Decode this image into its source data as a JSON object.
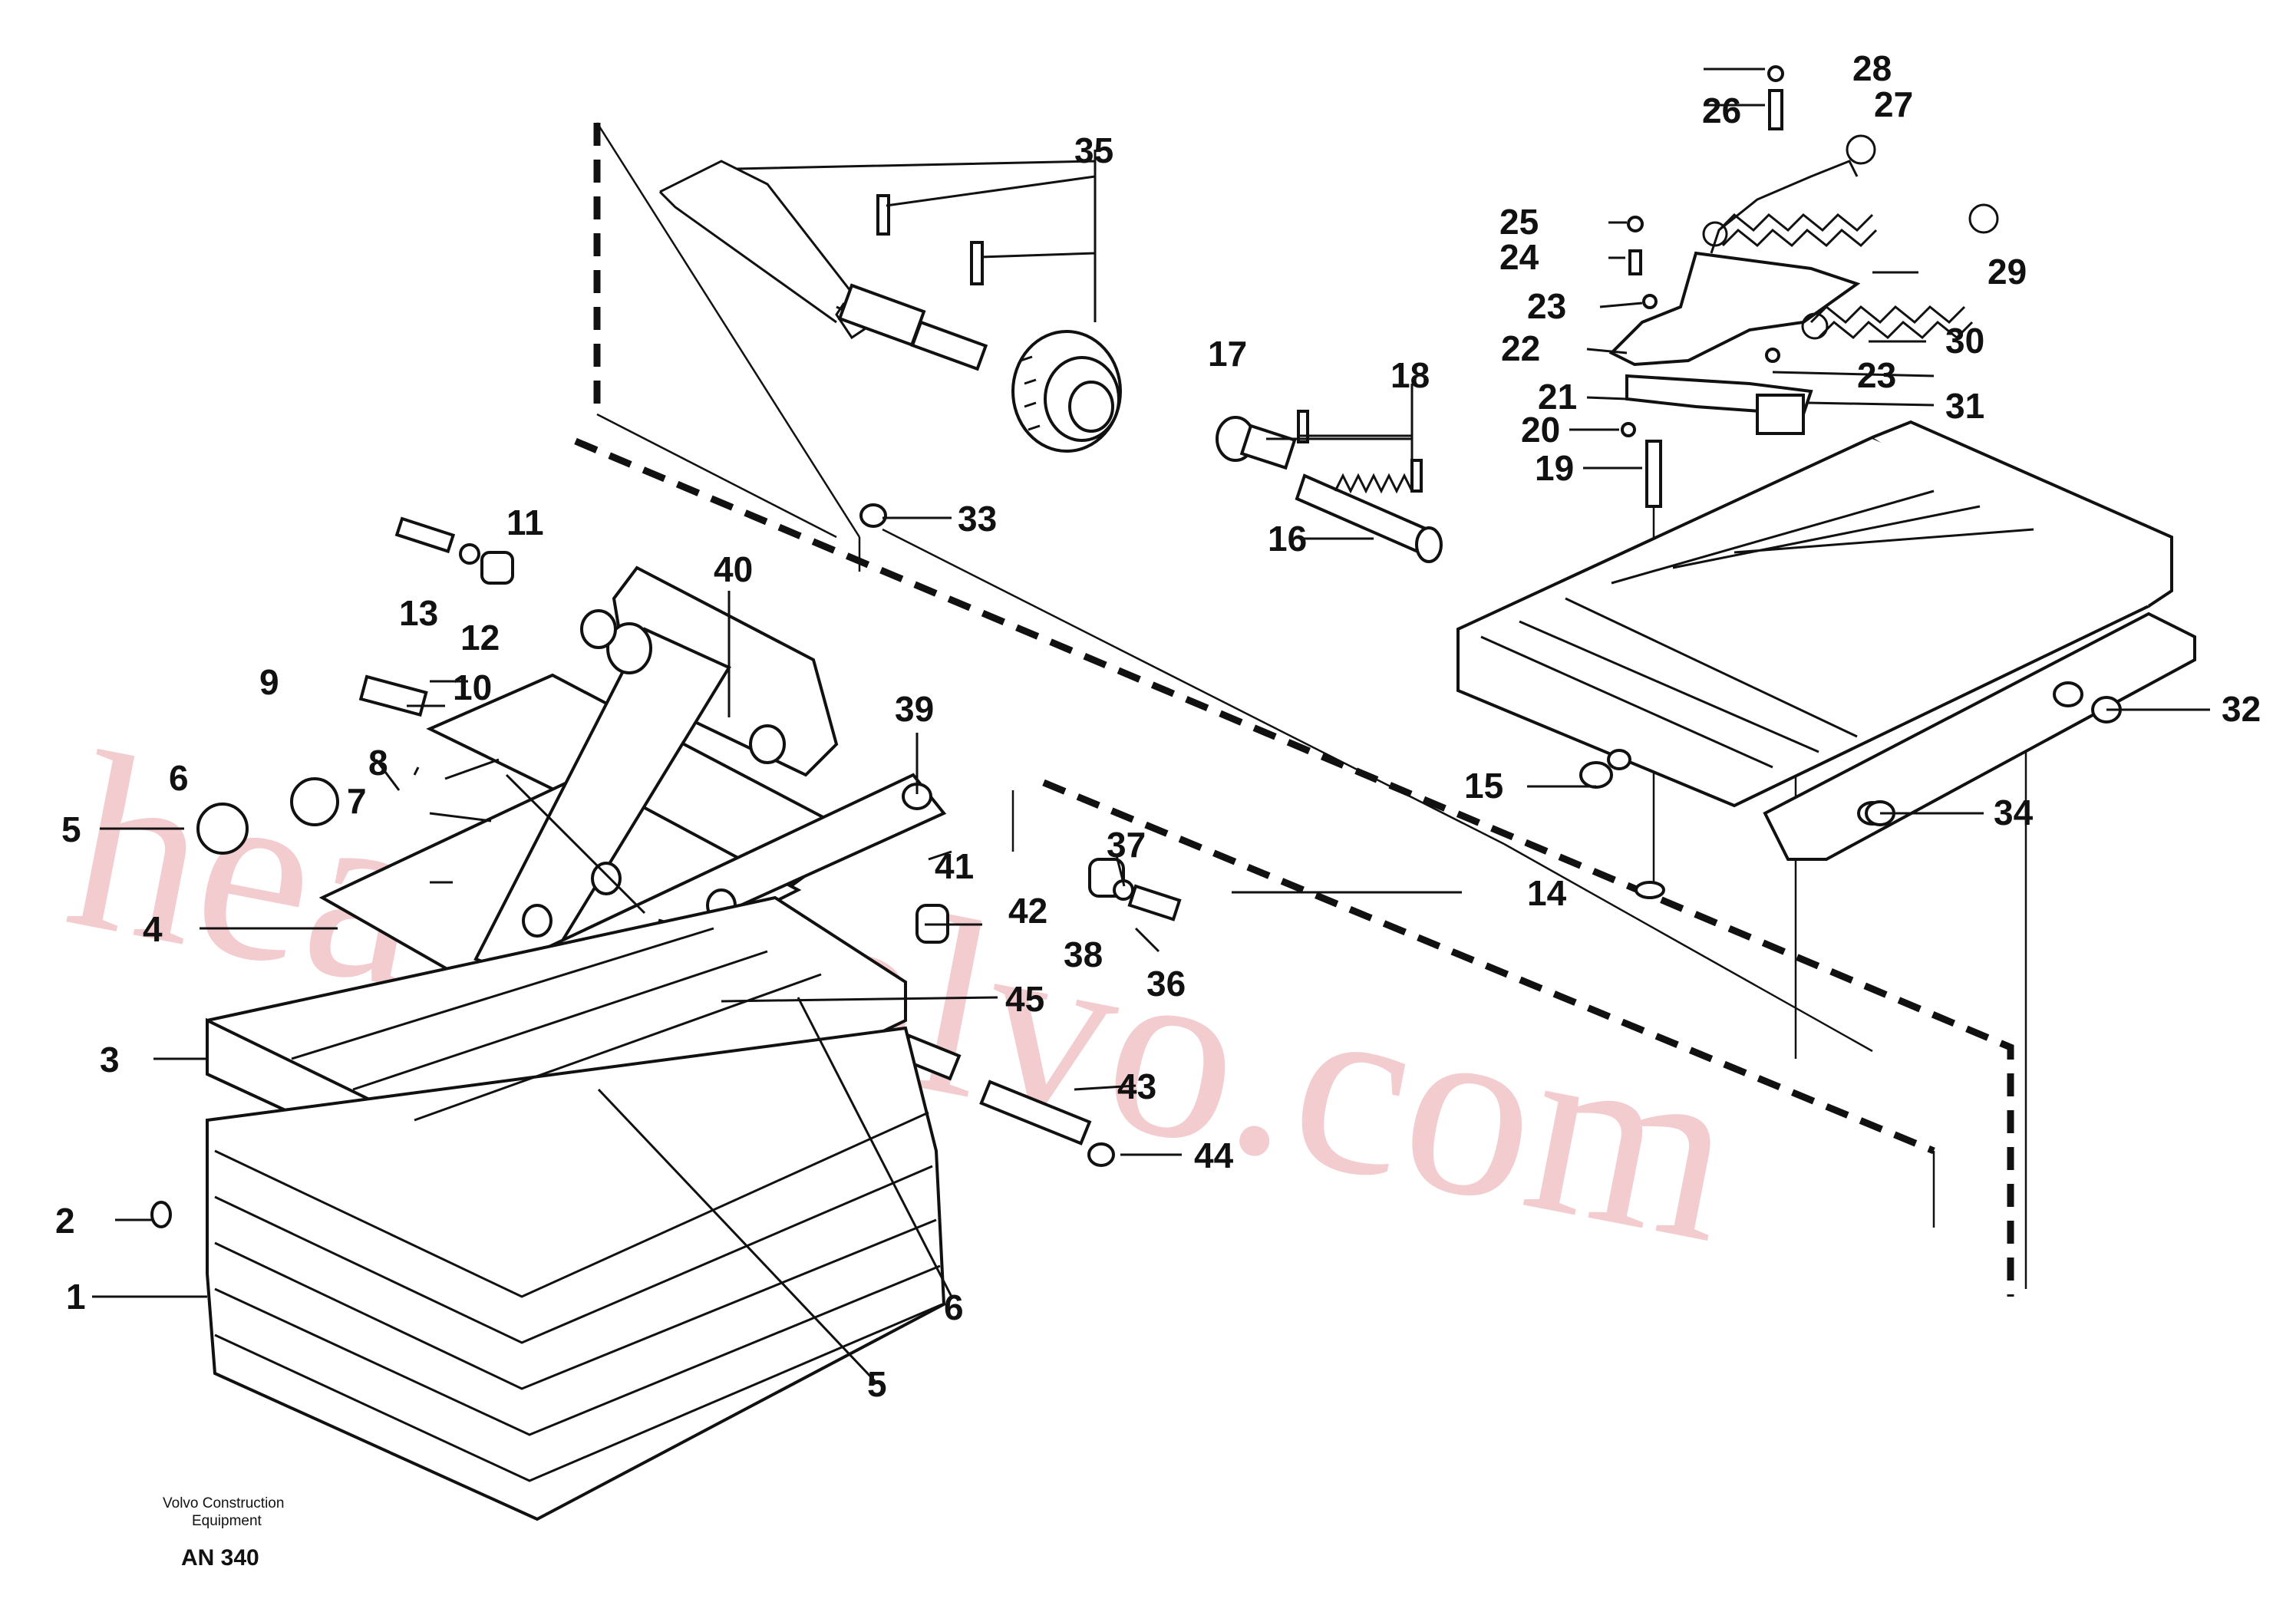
{
  "diagram": {
    "labels": [
      "1",
      "2",
      "3",
      "4",
      "5",
      "6",
      "7",
      "8",
      "9",
      "10",
      "11",
      "12",
      "13",
      "14",
      "15",
      "16",
      "17",
      "18",
      "19",
      "20",
      "21",
      "22",
      "23",
      "24",
      "25",
      "26",
      "27",
      "28",
      "29",
      "30",
      "31",
      "32",
      "33",
      "34",
      "35",
      "36",
      "37",
      "38",
      "39",
      "40",
      "41",
      "42",
      "43",
      "44",
      "45"
    ],
    "extra_labels": {
      "23b": "23",
      "5b": "5",
      "6b": "6"
    },
    "watermark": "heavyvolvo.com",
    "caption_line1": "Volvo Construction",
    "caption_line2": "Equipment",
    "drawing_code": "AN 340"
  }
}
